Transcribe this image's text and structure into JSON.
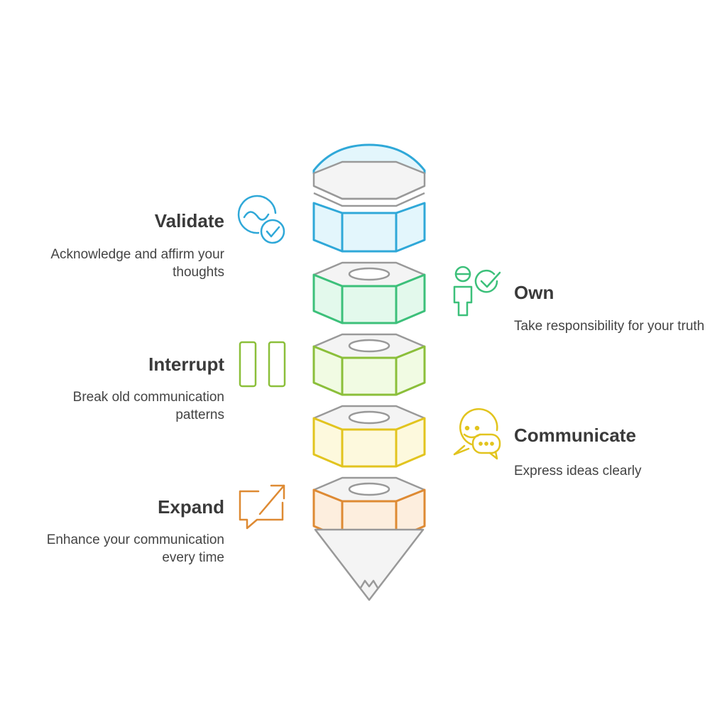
{
  "steps": [
    {
      "id": "validate",
      "title": "Validate",
      "description": "Acknowledge and affirm your thoughts",
      "color": "#2fa8d8",
      "fill": "#e3f6fc",
      "icon": "heart-check-icon",
      "side": "left"
    },
    {
      "id": "own",
      "title": "Own",
      "description": "Take responsibility for your truth",
      "color": "#3cc07a",
      "fill": "#e3f9ec",
      "icon": "person-check-icon",
      "side": "right"
    },
    {
      "id": "interrupt",
      "title": "Interrupt",
      "description": "Break old communication patterns",
      "color": "#8bbf3a",
      "fill": "#f1fbe3",
      "icon": "pause-icon",
      "side": "left"
    },
    {
      "id": "communicate",
      "title": "Communicate",
      "description": "Express ideas clearly",
      "color": "#e2c41e",
      "fill": "#fdf9dd",
      "icon": "speech-bubbles-icon",
      "side": "right"
    },
    {
      "id": "expand",
      "title": "Expand",
      "description": "Enhance your communication every time",
      "color": "#de8a33",
      "fill": "#fdeede",
      "icon": "expand-arrow-icon",
      "side": "left"
    }
  ]
}
